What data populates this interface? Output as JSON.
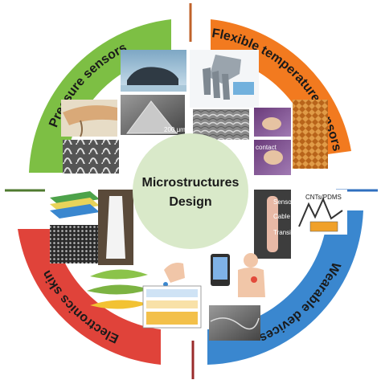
{
  "center": {
    "line1": "Microstructures",
    "line2": "Design",
    "color": "#d9e9c9"
  },
  "quadrants": [
    {
      "id": "pressure",
      "label": "Pressure sensors",
      "color": "#7dbf44",
      "text_color": "#1a1a1a"
    },
    {
      "id": "temperature",
      "label": "Flexible temperature sensors",
      "color": "#f27a1f",
      "text_color": "#1a1a1a"
    },
    {
      "id": "wearable",
      "label": "Wearable devices",
      "color": "#3a87cf",
      "text_color": "#1a1a1a"
    },
    {
      "id": "eskin",
      "label": "Electronics skin",
      "color": "#e0433a",
      "text_color": "#1a1a1a"
    }
  ],
  "image_labels": {
    "scale_bar": "200 μm",
    "sensor": "Sensor",
    "cable": "Cable",
    "transistor": "Transistor",
    "cnts": "CNTs/PDMS",
    "contact": "contact"
  },
  "divider_colors": {
    "top": "#c0622a",
    "bottom": "#9a2a2a",
    "left": "#4f7a2f",
    "right": "#2f6fbf"
  }
}
